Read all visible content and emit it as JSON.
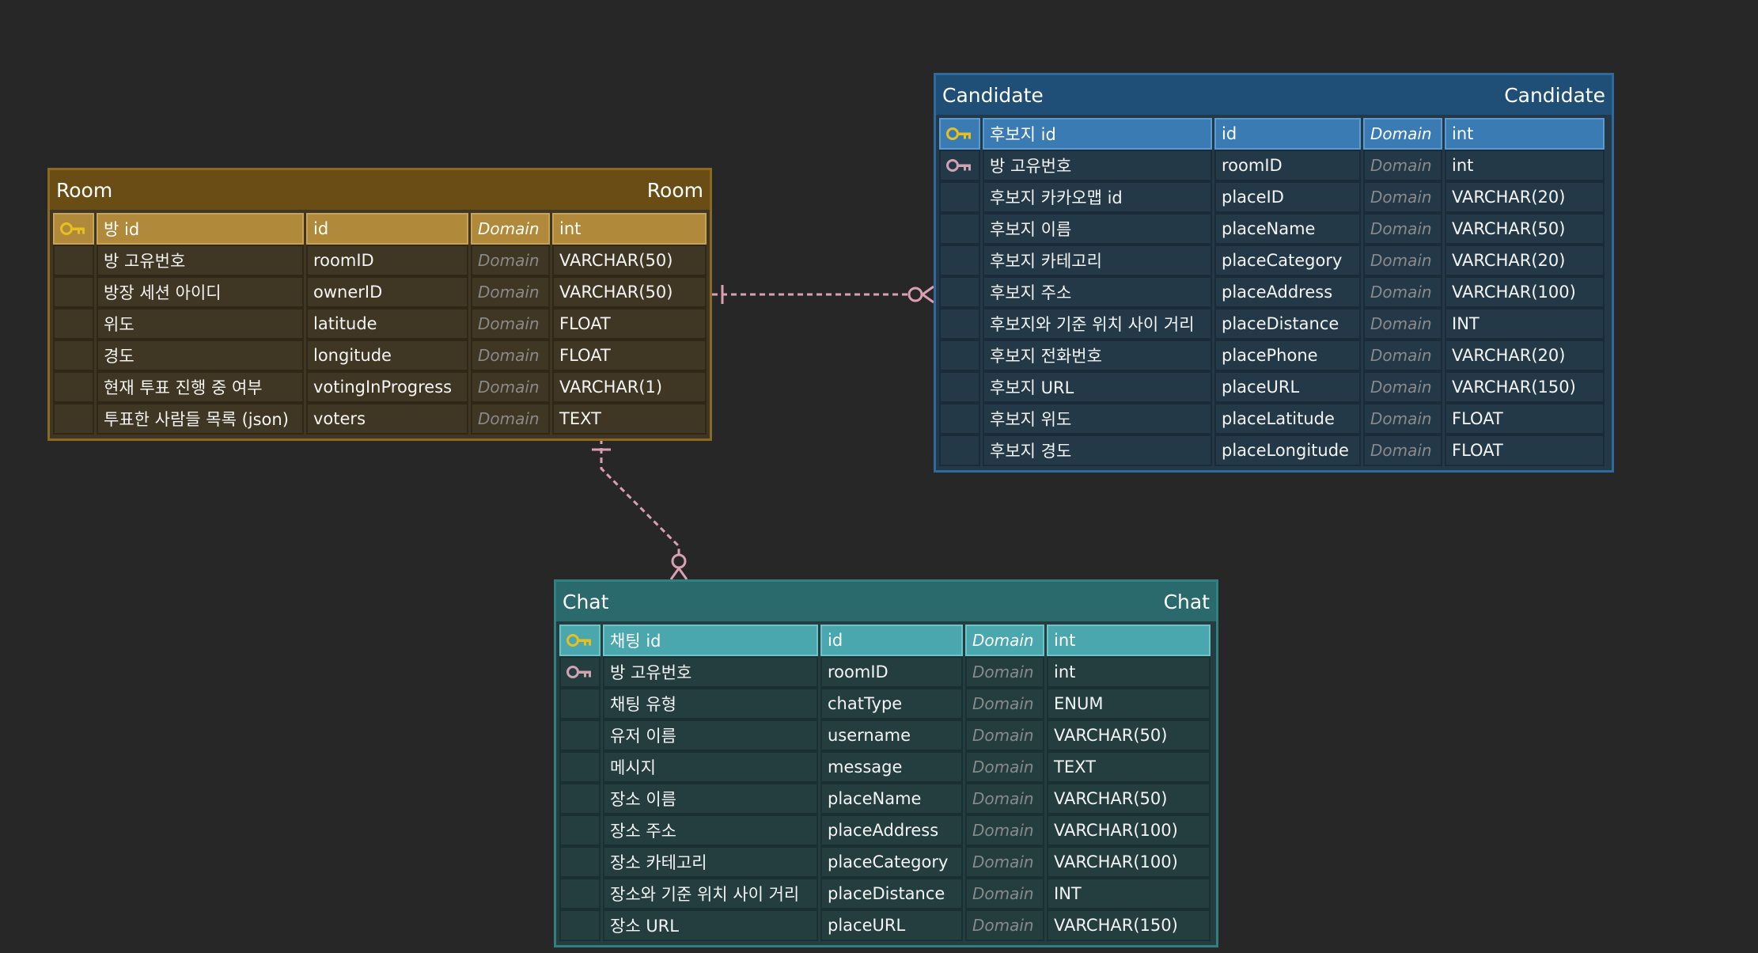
{
  "colors": {
    "room_header": "#6a4d14",
    "candidate_header": "#1f4f77",
    "chat_header": "#2a6a6c",
    "relationship_line": "#d9a0b4",
    "primary_key_icon": "#e6c020",
    "foreign_key_icon": "#d0a3b3"
  },
  "entities": [
    {
      "id": "room",
      "name": "Room",
      "physical_name": "Room",
      "columns": [
        {
          "key": "primary",
          "logical": "방 id",
          "physical": "id",
          "domain": "Domain",
          "type": "int"
        },
        {
          "key": "",
          "logical": "방 고유번호",
          "physical": "roomID",
          "domain": "Domain",
          "type": "VARCHAR(50)"
        },
        {
          "key": "",
          "logical": "방장 세션 아이디",
          "physical": "ownerID",
          "domain": "Domain",
          "type": "VARCHAR(50)"
        },
        {
          "key": "",
          "logical": "위도",
          "physical": "latitude",
          "domain": "Domain",
          "type": "FLOAT"
        },
        {
          "key": "",
          "logical": "경도",
          "physical": "longitude",
          "domain": "Domain",
          "type": "FLOAT"
        },
        {
          "key": "",
          "logical": "현재 투표 진행 중 여부",
          "physical": "votingInProgress",
          "domain": "Domain",
          "type": "VARCHAR(1)"
        },
        {
          "key": "",
          "logical": "투표한 사람들 목록 (json)",
          "physical": "voters",
          "domain": "Domain",
          "type": "TEXT"
        }
      ]
    },
    {
      "id": "candidate",
      "name": "Candidate",
      "physical_name": "Candidate",
      "columns": [
        {
          "key": "primary",
          "logical": "후보지 id",
          "physical": "id",
          "domain": "Domain",
          "type": "int"
        },
        {
          "key": "foreign",
          "logical": "방 고유번호",
          "physical": "roomID",
          "domain": "Domain",
          "type": "int"
        },
        {
          "key": "",
          "logical": "후보지 카카오맵 id",
          "physical": "placeID",
          "domain": "Domain",
          "type": "VARCHAR(20)"
        },
        {
          "key": "",
          "logical": "후보지 이름",
          "physical": "placeName",
          "domain": "Domain",
          "type": "VARCHAR(50)"
        },
        {
          "key": "",
          "logical": "후보지 카테고리",
          "physical": "placeCategory",
          "domain": "Domain",
          "type": "VARCHAR(20)"
        },
        {
          "key": "",
          "logical": "후보지 주소",
          "physical": "placeAddress",
          "domain": "Domain",
          "type": "VARCHAR(100)"
        },
        {
          "key": "",
          "logical": "후보지와 기준 위치 사이 거리",
          "physical": "placeDistance",
          "domain": "Domain",
          "type": "INT"
        },
        {
          "key": "",
          "logical": "후보지 전화번호",
          "physical": "placePhone",
          "domain": "Domain",
          "type": "VARCHAR(20)"
        },
        {
          "key": "",
          "logical": "후보지 URL",
          "physical": "placeURL",
          "domain": "Domain",
          "type": "VARCHAR(150)"
        },
        {
          "key": "",
          "logical": "후보지 위도",
          "physical": "placeLatitude",
          "domain": "Domain",
          "type": "FLOAT"
        },
        {
          "key": "",
          "logical": "후보지 경도",
          "physical": "placeLongitude",
          "domain": "Domain",
          "type": "FLOAT"
        }
      ]
    },
    {
      "id": "chat",
      "name": "Chat",
      "physical_name": "Chat",
      "columns": [
        {
          "key": "primary",
          "logical": "채팅 id",
          "physical": "id",
          "domain": "Domain",
          "type": "int"
        },
        {
          "key": "foreign",
          "logical": "방 고유번호",
          "physical": "roomID",
          "domain": "Domain",
          "type": "int"
        },
        {
          "key": "",
          "logical": "채팅 유형",
          "physical": "chatType",
          "domain": "Domain",
          "type": "ENUM"
        },
        {
          "key": "",
          "logical": "유저 이름",
          "physical": "username",
          "domain": "Domain",
          "type": "VARCHAR(50)"
        },
        {
          "key": "",
          "logical": "메시지",
          "physical": "message",
          "domain": "Domain",
          "type": "TEXT"
        },
        {
          "key": "",
          "logical": "장소 이름",
          "physical": "placeName",
          "domain": "Domain",
          "type": "VARCHAR(50)"
        },
        {
          "key": "",
          "logical": "장소 주소",
          "physical": "placeAddress",
          "domain": "Domain",
          "type": "VARCHAR(100)"
        },
        {
          "key": "",
          "logical": "장소 카테고리",
          "physical": "placeCategory",
          "domain": "Domain",
          "type": "VARCHAR(100)"
        },
        {
          "key": "",
          "logical": "장소와 기준 위치 사이 거리",
          "physical": "placeDistance",
          "domain": "Domain",
          "type": "INT"
        },
        {
          "key": "",
          "logical": "장소 URL",
          "physical": "placeURL",
          "domain": "Domain",
          "type": "VARCHAR(150)"
        }
      ]
    }
  ],
  "relationships": [
    {
      "from": "room",
      "to": "candidate",
      "from_cardinality": "one",
      "to_cardinality": "zero-or-many",
      "style": "dashed"
    },
    {
      "from": "room",
      "to": "chat",
      "from_cardinality": "one",
      "to_cardinality": "zero-or-many",
      "style": "dashed"
    }
  ]
}
